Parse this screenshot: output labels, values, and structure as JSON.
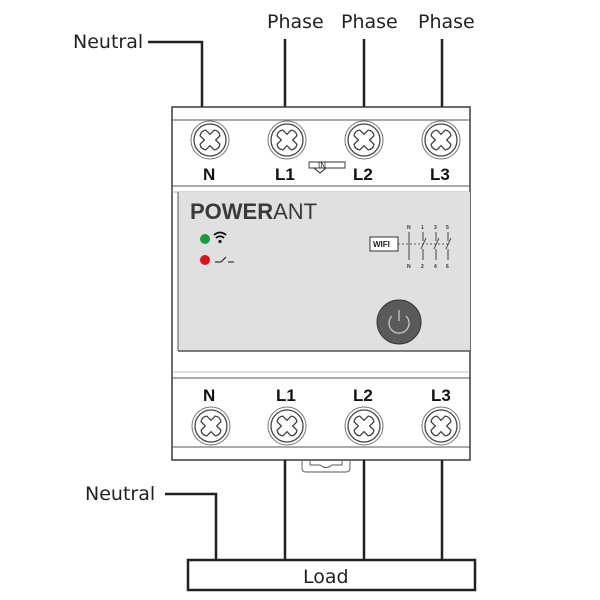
{
  "diagram": {
    "title": "Three-phase smart switch wiring",
    "input_labels": {
      "neutral": "Neutral",
      "phases": [
        "Phase",
        "Phase",
        "Phase"
      ]
    },
    "device": {
      "brand_bold": "POWER",
      "brand_light": "ANT",
      "top_terminals": [
        "N",
        "L1",
        "L2",
        "L3"
      ],
      "in_marker": "IN",
      "bottom_terminals": [
        "N",
        "L1",
        "L2",
        "L3"
      ],
      "wifi_label": "WIFI",
      "schematic_top": [
        "N",
        "1",
        "3",
        "5"
      ],
      "schematic_bottom": [
        "N",
        "2",
        "4",
        "6"
      ],
      "indicators": [
        {
          "name": "wifi-status",
          "color": "#1a9a3a"
        },
        {
          "name": "relay-status",
          "color": "#d7141a"
        }
      ],
      "panel_color": "#dfe0e0",
      "button_color": "#5a5a5a"
    },
    "output_labels": {
      "neutral": "Neutral",
      "load": "Load"
    }
  }
}
